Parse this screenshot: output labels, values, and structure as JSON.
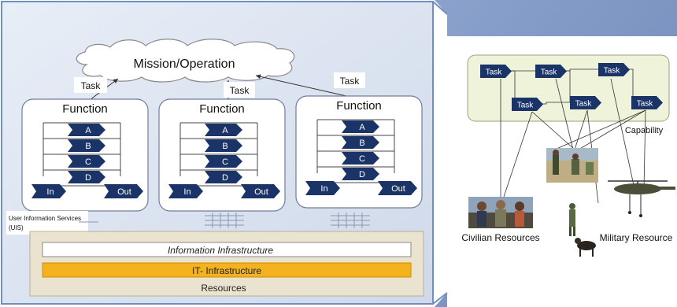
{
  "left_panel": {
    "mission_label": "Mission/Operation",
    "task_labels": [
      "Task",
      "Task",
      "Task"
    ],
    "function_blocks": [
      {
        "title": "Function",
        "steps": [
          "A",
          "B",
          "C",
          "D"
        ],
        "in_label": "In",
        "out_label": "Out"
      },
      {
        "title": "Function",
        "steps": [
          "A",
          "B",
          "C",
          "D"
        ],
        "in_label": "In",
        "out_label": "Out"
      },
      {
        "title": "Function",
        "steps": [
          "A",
          "B",
          "C",
          "D"
        ],
        "in_label": "In",
        "out_label": "Out"
      }
    ],
    "uis_label_line1": "User Information Services",
    "uis_label_line2": "(UIS)",
    "info_infrastructure_label": "Information Infrastructure",
    "it_infrastructure_label": "IT- Infrastructure",
    "resources_label": "Resources"
  },
  "right_panel": {
    "capability_tasks": [
      "Task",
      "Task",
      "Task",
      "Task",
      "Task",
      "Task"
    ],
    "capability_label": "Capability",
    "civilian_resources_label": "Civilian Resources",
    "military_resources_label": "Military Resource"
  },
  "colors": {
    "panel_bg": "#dfe6f2",
    "panel_border": "#6f8fbf",
    "right_bg": "#7d97c4",
    "chevron": "#1a3468",
    "function_box": "#ffffff",
    "resources_box": "#e9e3d0",
    "it_bar": "#f5b21f",
    "capability_box": "#eef3d9"
  }
}
